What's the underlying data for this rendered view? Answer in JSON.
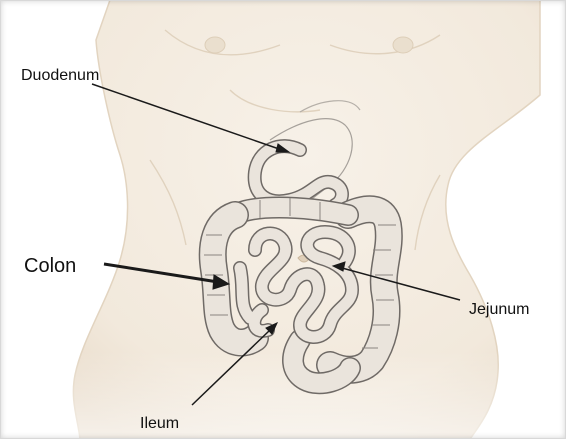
{
  "labels": {
    "duodenum": "Duodenum",
    "colon": "Colon",
    "jejunum": "Jejunum",
    "ileum": "Ileum"
  },
  "colors": {
    "skin": "#f4ede2",
    "skin_shadow": "#e6dac8",
    "intestine_fill": "#eae4dc",
    "intestine_stroke": "#6f6a66",
    "pointer": "#1a1a1a"
  }
}
